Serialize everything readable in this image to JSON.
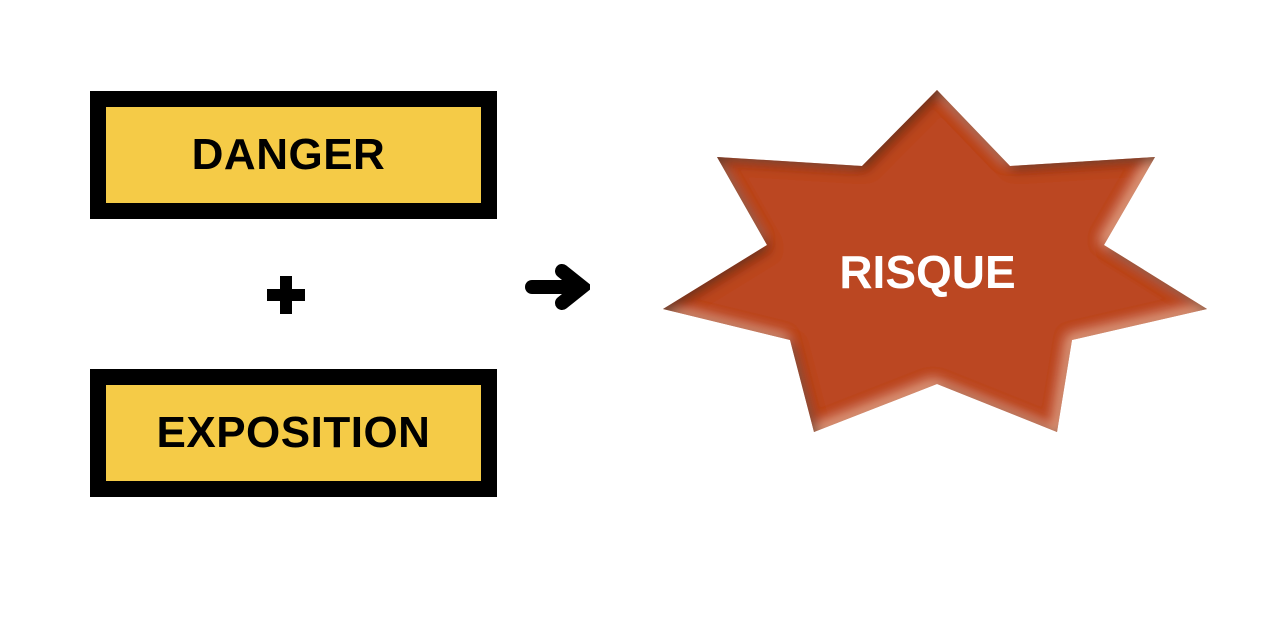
{
  "diagram": {
    "inputs": [
      {
        "label": "DANGER"
      },
      {
        "label": "EXPOSITION"
      }
    ],
    "operator": "+",
    "result_arrow": "arrow-right",
    "result": {
      "label": "RISQUE"
    },
    "colors": {
      "box_fill": "#f5cb47",
      "box_border": "#000000",
      "star_fill": "#bb4622",
      "result_text": "#ffffff"
    }
  }
}
